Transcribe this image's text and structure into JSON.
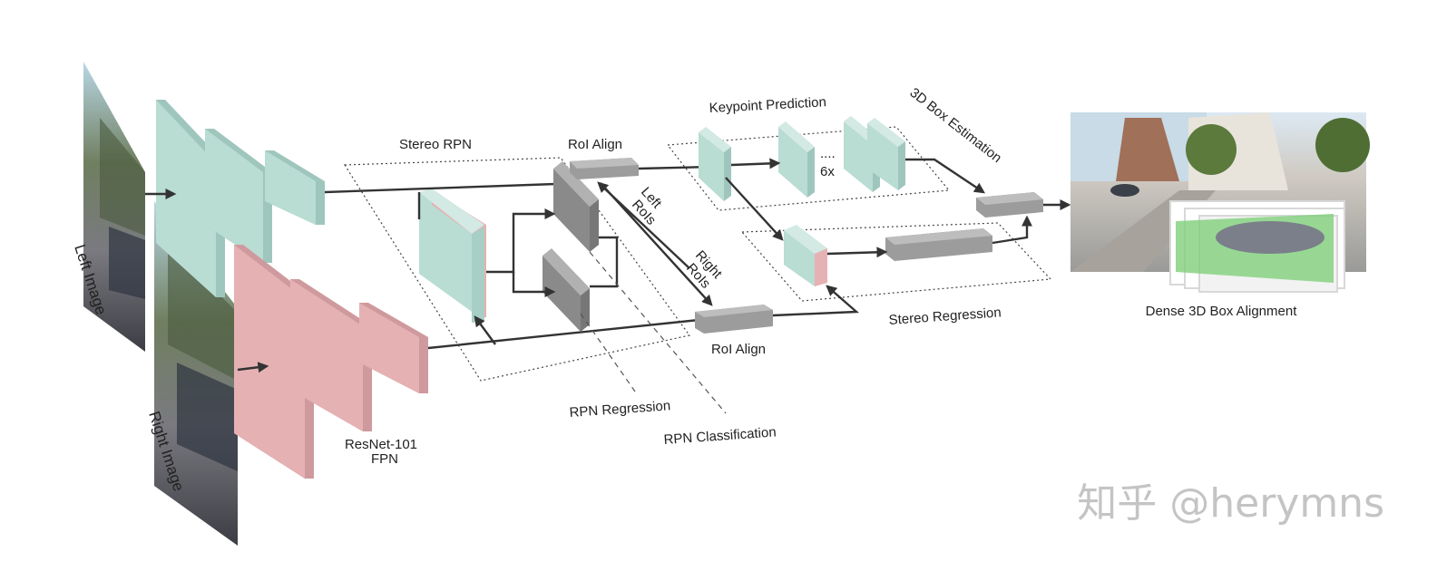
{
  "labels": {
    "left_image": "Left Image",
    "right_image": "Right Image",
    "backbone": "ResNet-101",
    "backbone_sub": "FPN",
    "stereo_rpn": "Stereo RPN",
    "roi_align_top": "RoI Align",
    "roi_align_bottom": "RoI Align",
    "left_rois_1": "Left",
    "left_rois_2": "RoIs",
    "right_rois_1": "Right",
    "right_rois_2": "RoIs",
    "rpn_regression": "RPN Regression",
    "rpn_classification": "RPN Classification",
    "keypoint_prediction": "Keypoint Prediction",
    "repeat_dots": "....",
    "repeat_count": "6x",
    "box_estimation": "3D Box Estimation",
    "stereo_regression": "Stereo Regression",
    "dense_alignment": "Dense 3D Box Alignment"
  },
  "watermark": "知乎 @herymns",
  "colors": {
    "left_feature": "#b9dcd3",
    "right_feature": "#e5b1b3",
    "head_gray": "#8f8f8f",
    "arrow": "#333333"
  }
}
